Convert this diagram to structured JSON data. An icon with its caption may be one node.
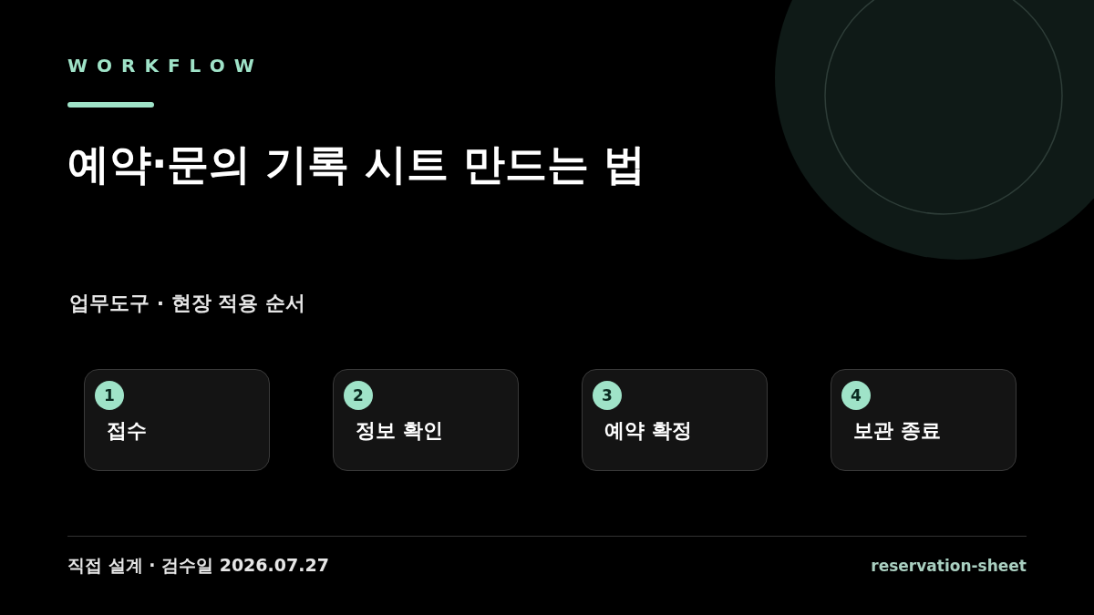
{
  "diagram": {
    "title": "예약·문의 기록 시트 만드는 법",
    "nodes": [
      {
        "text": [
          "1",
          "접수"
        ]
      },
      {
        "text": [
          "2",
          "정보 확인"
        ]
      },
      {
        "text": [
          "3",
          "예약 확정"
        ]
      },
      {
        "text": [
          "4",
          "보관 종료"
        ]
      }
    ],
    "edges": [],
    "labels": [
      "WORKFLOW",
      "업무도구 · 현장 적용 순서",
      "직접 설계 · 검수일 2026.07.27",
      "reservation-sheet"
    ]
  }
}
